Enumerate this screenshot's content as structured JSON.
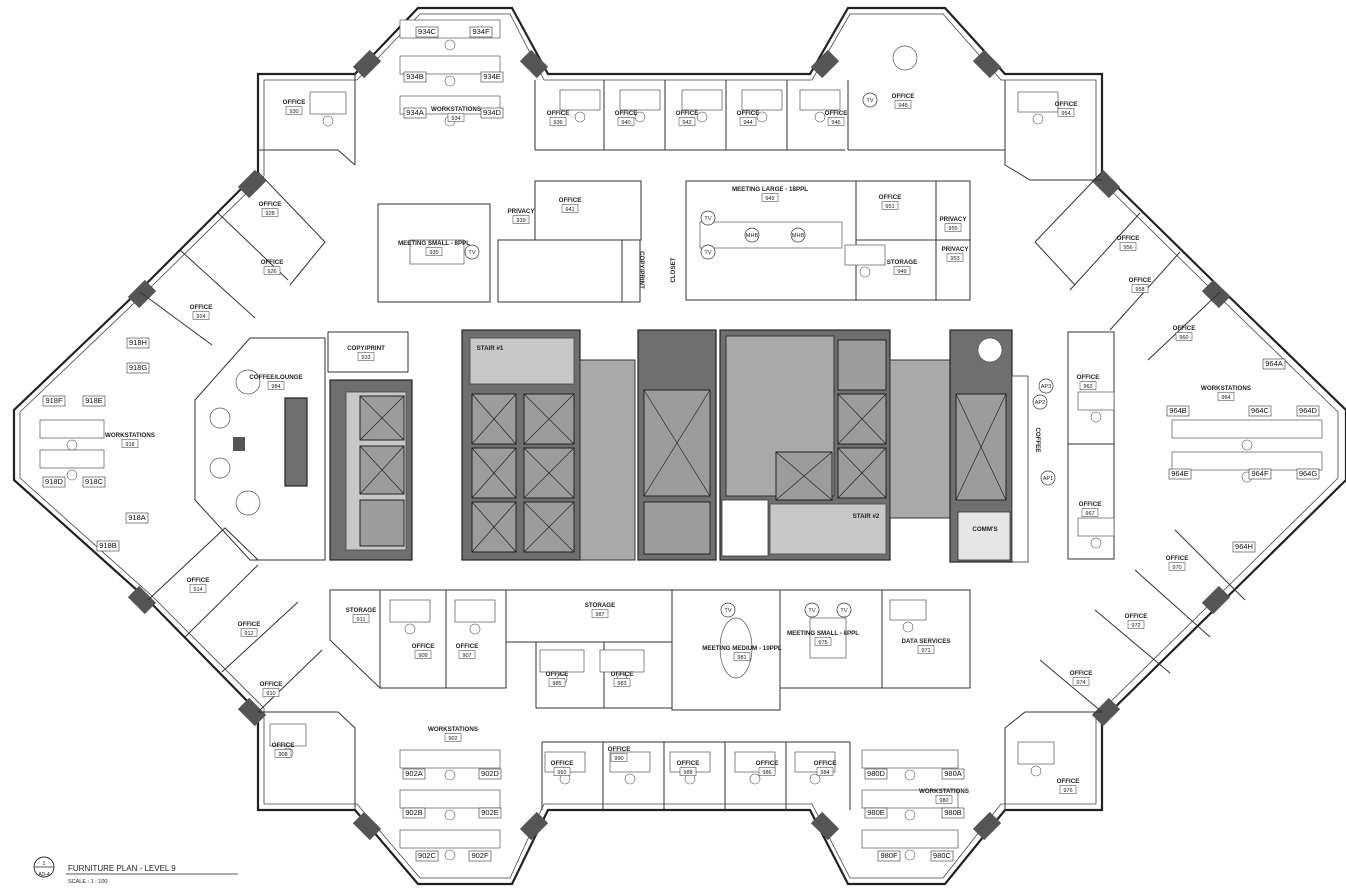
{
  "plan": {
    "title": "FURNITURE PLAN - LEVEL 9",
    "scale": "SCALE : 1 : 100",
    "drawing_number": "1",
    "sheet": "A9-4"
  },
  "rooms": [
    {
      "label": "OFFICE",
      "number": "930"
    },
    {
      "label": "WORKSTATIONS",
      "number": "934"
    },
    {
      "label": "OFFICE",
      "number": "936"
    },
    {
      "label": "OFFICE",
      "number": "940"
    },
    {
      "label": "OFFICE",
      "number": "942"
    },
    {
      "label": "OFFICE",
      "number": "944"
    },
    {
      "label": "OFFICE",
      "number": "946"
    },
    {
      "label": "OFFICE",
      "number": "948"
    },
    {
      "label": "OFFICE",
      "number": "954"
    },
    {
      "label": "OFFICE",
      "number": "928"
    },
    {
      "label": "OFFICE",
      "number": "926"
    },
    {
      "label": "OFFICE",
      "number": "924"
    },
    {
      "label": "MEETING SMALL - 8PPL",
      "number": "935"
    },
    {
      "label": "PRIVACY",
      "number": "939"
    },
    {
      "label": "OFFICE",
      "number": "941"
    },
    {
      "label": "MEETING LARGE - 18PPL",
      "number": "945"
    },
    {
      "label": "OFFICE",
      "number": "951"
    },
    {
      "label": "PRIVACY",
      "number": "955"
    },
    {
      "label": "PRIVACY",
      "number": "953"
    },
    {
      "label": "STORAGE",
      "number": "949"
    },
    {
      "label": "OFFICE",
      "number": "956"
    },
    {
      "label": "OFFICE",
      "number": "958"
    },
    {
      "label": "OFFICE",
      "number": "960"
    },
    {
      "label": "COPY/PRINT",
      "number": "933"
    },
    {
      "label": "COFFEE/LOUNGE",
      "number": "984"
    },
    {
      "label": "WORKSTATIONS",
      "number": "918"
    },
    {
      "label": "WORKSTATIONS",
      "number": "964"
    },
    {
      "label": "OFFICE",
      "number": "963"
    },
    {
      "label": "OFFICE",
      "number": "967"
    },
    {
      "label": "STORAGE",
      "number": "911"
    },
    {
      "label": "OFFICE",
      "number": "909"
    },
    {
      "label": "OFFICE",
      "number": "907"
    },
    {
      "label": "STORAGE",
      "number": "987"
    },
    {
      "label": "OFFICE",
      "number": "985"
    },
    {
      "label": "OFFICE",
      "number": "983"
    },
    {
      "label": "MEETING MEDIUM - 10PPL",
      "number": "981"
    },
    {
      "label": "MEETING SMALL - 8PPL",
      "number": "975"
    },
    {
      "label": "DATA SERVICES",
      "number": "971"
    },
    {
      "label": "OFFICE",
      "number": "914"
    },
    {
      "label": "OFFICE",
      "number": "912"
    },
    {
      "label": "OFFICE",
      "number": "910"
    },
    {
      "label": "OFFICE",
      "number": "970"
    },
    {
      "label": "OFFICE",
      "number": "972"
    },
    {
      "label": "OFFICE",
      "number": "974"
    },
    {
      "label": "OFFICE",
      "number": "908"
    },
    {
      "label": "WORKSTATIONS",
      "number": "902"
    },
    {
      "label": "OFFICE",
      "number": "992"
    },
    {
      "label": "OFFICE",
      "number": "990"
    },
    {
      "label": "OFFICE",
      "number": "988"
    },
    {
      "label": "OFFICE",
      "number": "986"
    },
    {
      "label": "OFFICE",
      "number": "984"
    },
    {
      "label": "WORKSTATIONS",
      "number": "980"
    },
    {
      "label": "OFFICE",
      "number": "976"
    }
  ],
  "core_labels": {
    "stair1": "STAIR #1",
    "stair2": "STAIR #2",
    "comms": "COMM'S",
    "closet": "CLOSET",
    "copy_print": "COPY/PRINT",
    "coffee": "COFFEE"
  },
  "tags": [
    "934C",
    "934F",
    "934B",
    "934E",
    "934A",
    "934D",
    "918H",
    "918G",
    "918F",
    "918E",
    "918D",
    "918C",
    "918A",
    "918B",
    "964A",
    "964B",
    "964C",
    "964D",
    "964E",
    "964F",
    "964G",
    "964H",
    "902A",
    "902D",
    "902B",
    "902E",
    "902C",
    "902F",
    "980D",
    "980A",
    "980E",
    "980B",
    "980F",
    "980C"
  ],
  "symbols": {
    "tv": "TV",
    "mhb": "MHB",
    "ap1": "AP1",
    "ap2": "AP2",
    "ap3": "AP3"
  }
}
